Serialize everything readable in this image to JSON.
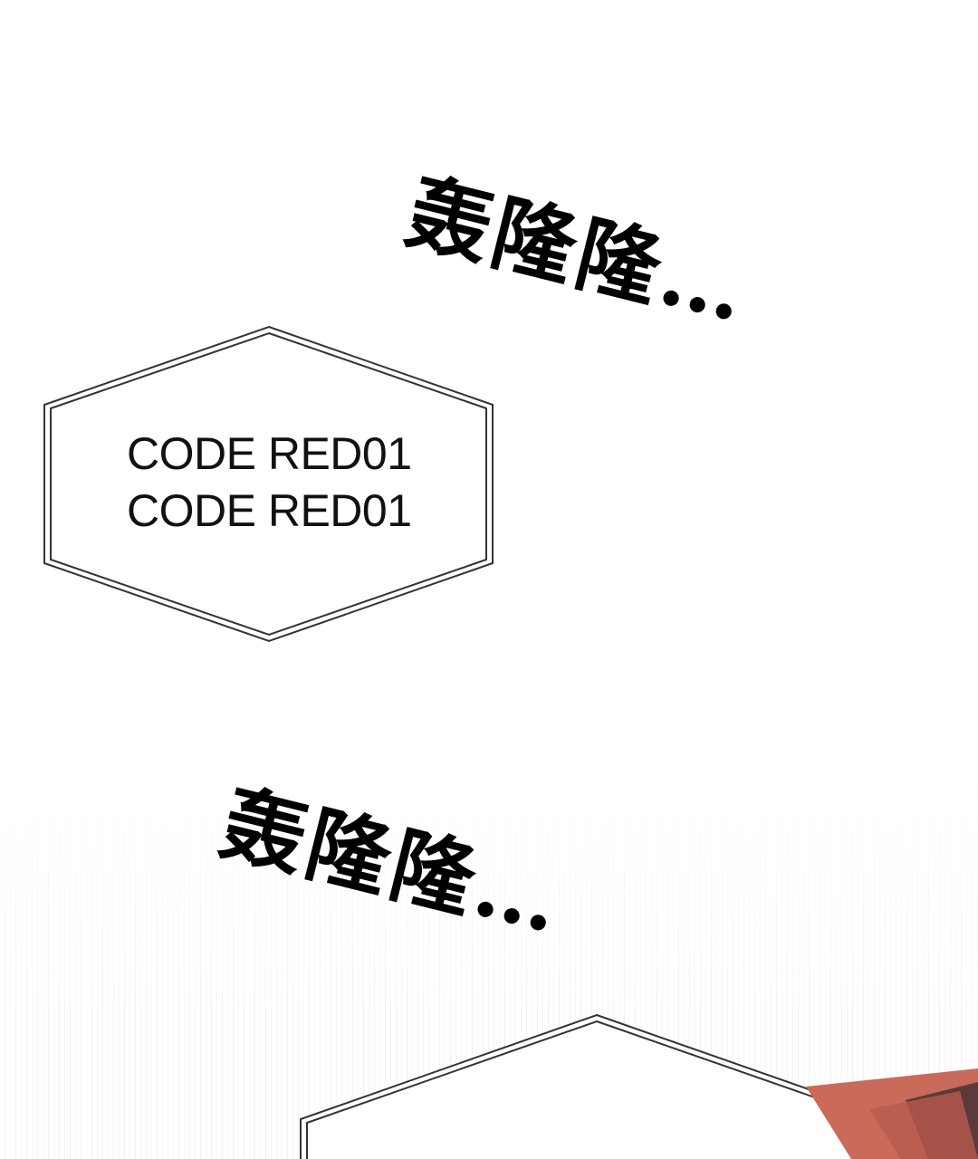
{
  "sfx": {
    "top": "轰隆隆…",
    "bottom": "轰隆隆…"
  },
  "caption_box": {
    "line1": "CODE RED01",
    "line2": "CODE RED01"
  },
  "colors": {
    "ink": "#000000",
    "panel_border": "#333333",
    "figure_red": "#c96a5a",
    "figure_dark": "#5a3a3a"
  }
}
